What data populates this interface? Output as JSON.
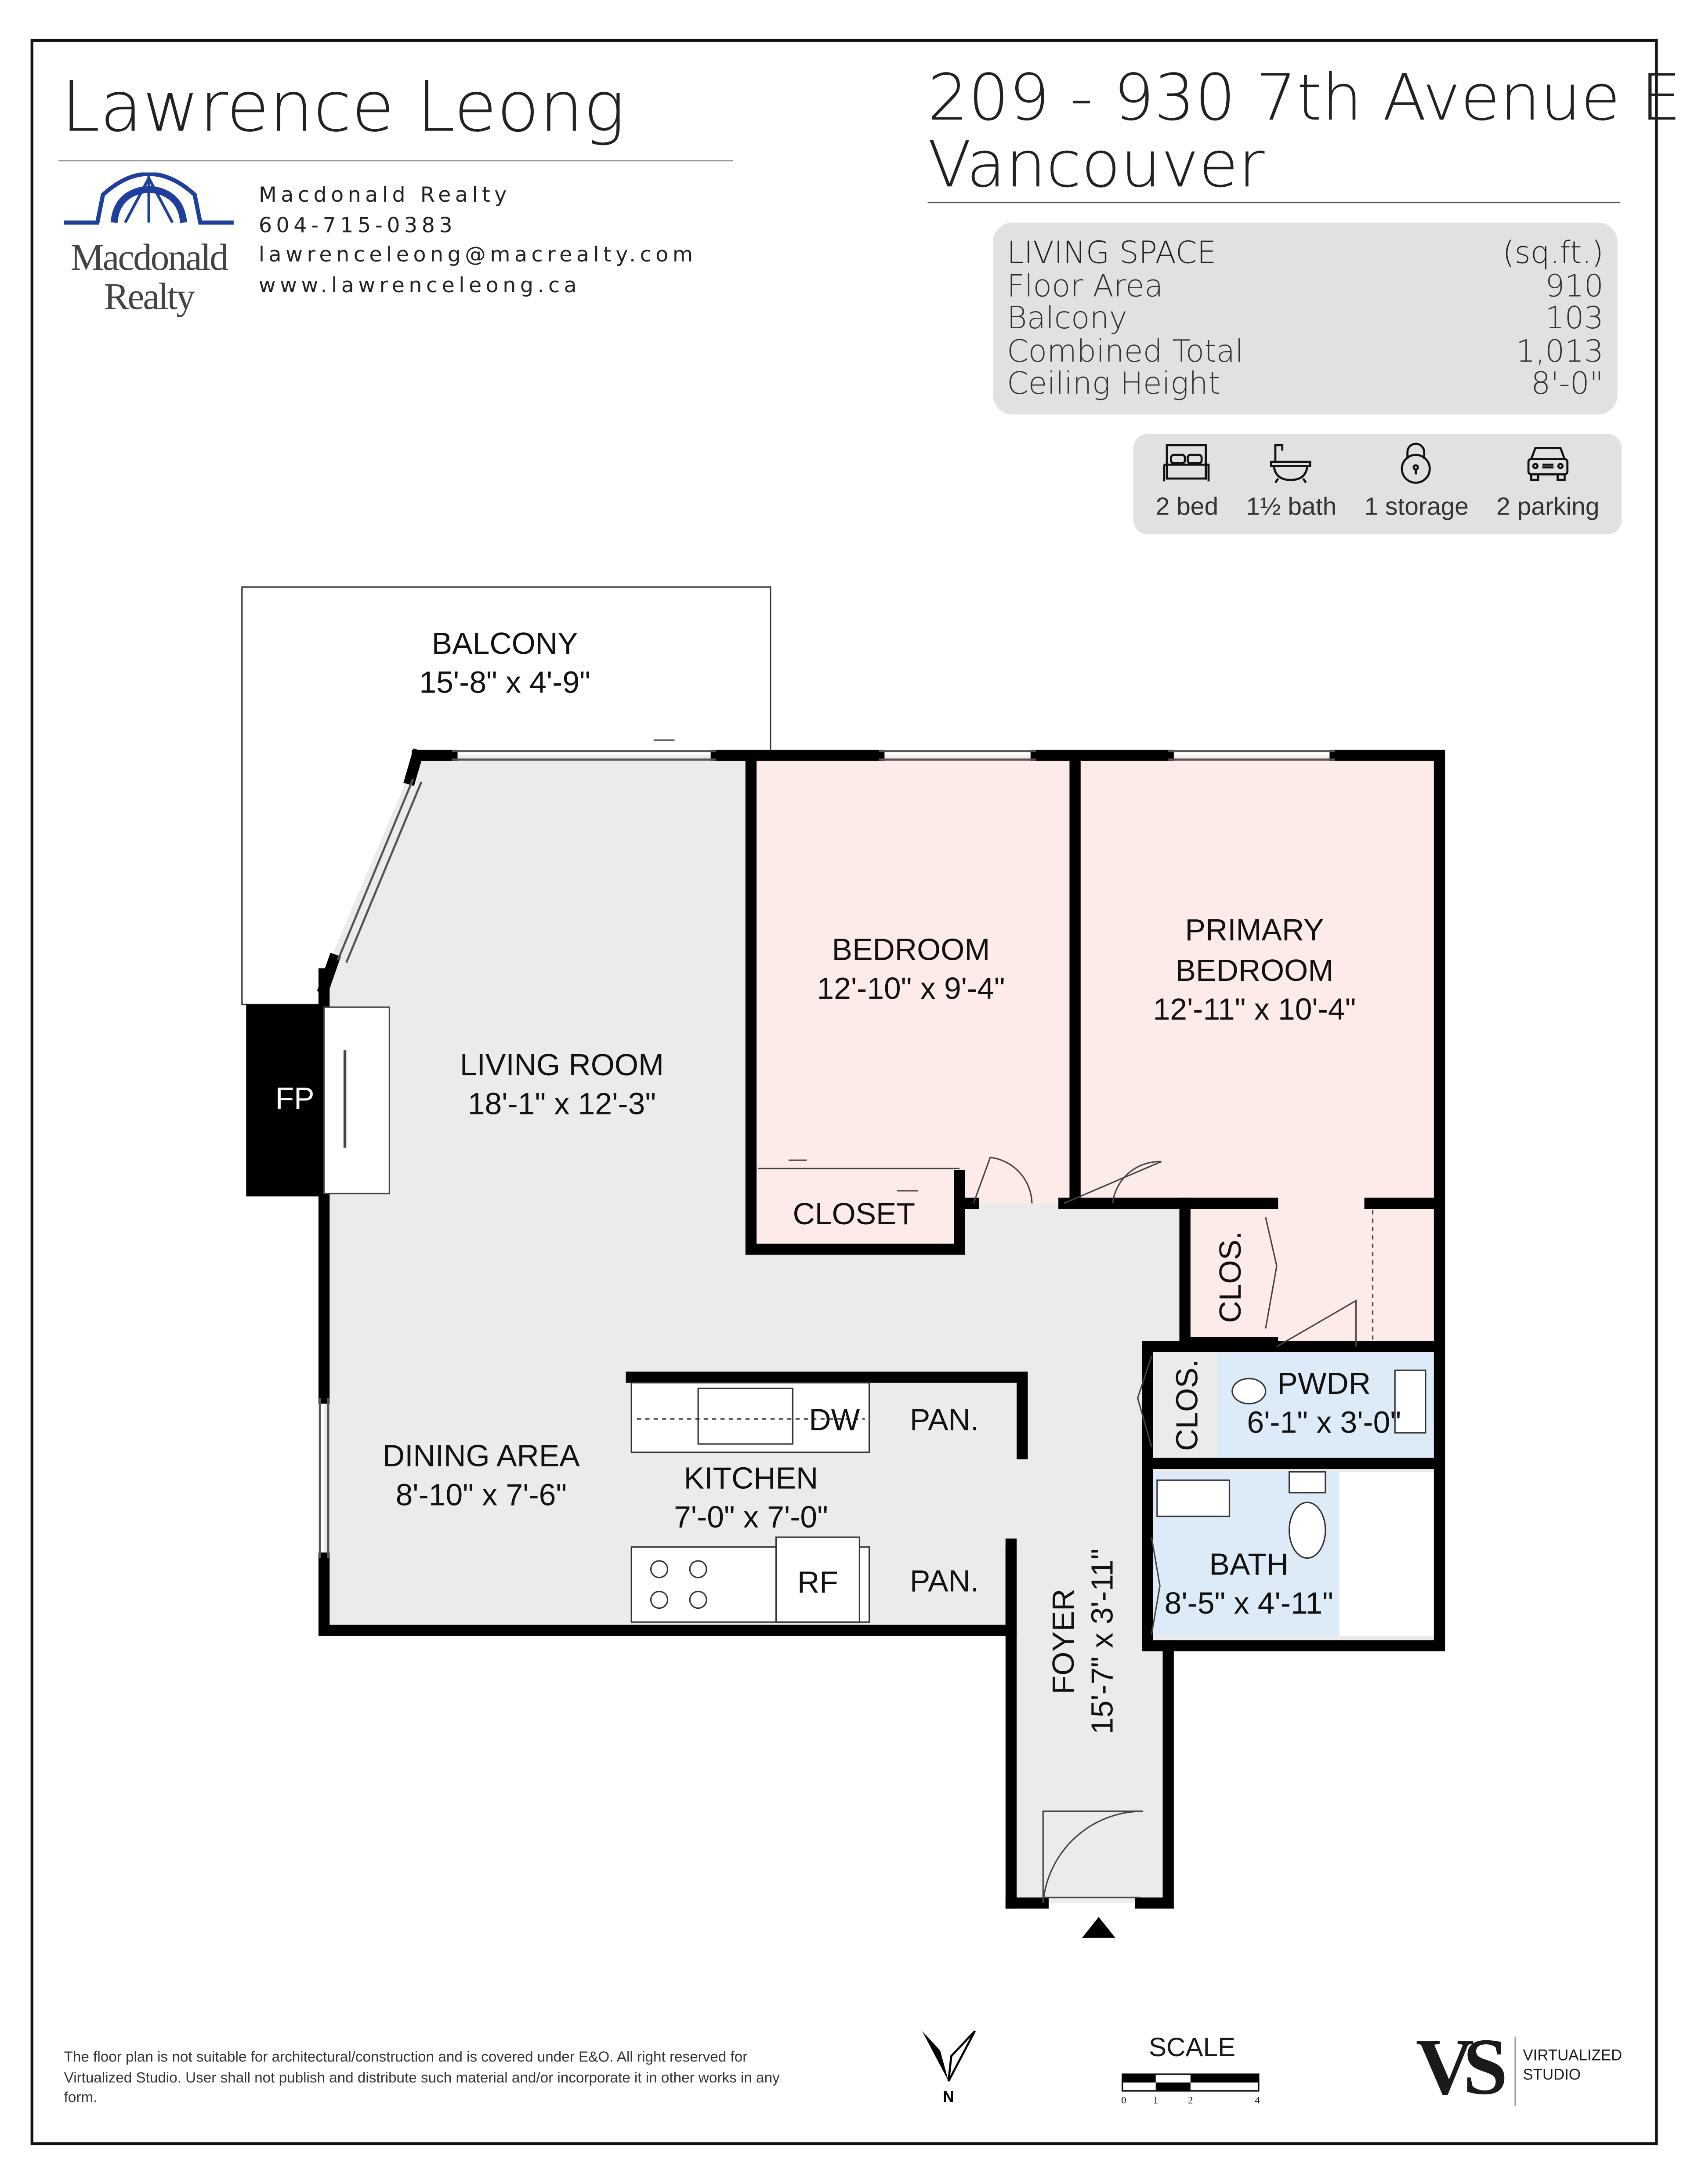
{
  "agent": {
    "name": "Lawrence Leong",
    "brokerage": "Macdonald Realty",
    "phone": "604-715-0383",
    "email": "lawrenceleong@macrealty.com",
    "website": "www.lawrenceleong.ca",
    "logo_text": [
      "Macdonald",
      "Realty"
    ],
    "logo_color": "#1f3f9c"
  },
  "property": {
    "address_line1": "209 - 930 7th Avenue E",
    "address_line2": "Vancouver"
  },
  "living_space": {
    "title": "LIVING SPACE",
    "unit": "(sq.ft.)",
    "rows": [
      {
        "label": "Floor Area",
        "value": "910"
      },
      {
        "label": "Balcony",
        "value": "103"
      },
      {
        "label": "Combined Total",
        "value": "1,013"
      },
      {
        "label": "Ceiling Height",
        "value": "8'-0\""
      }
    ]
  },
  "amenities": [
    {
      "icon": "bed-icon",
      "label": "2 bed"
    },
    {
      "icon": "bathtub-icon",
      "label": "1½ bath"
    },
    {
      "icon": "lock-icon",
      "label": "1 storage"
    },
    {
      "icon": "car-icon",
      "label": "2 parking"
    }
  ],
  "rooms": {
    "balcony": {
      "name": "BALCONY",
      "dims": "15'-8\" x 4'-9\""
    },
    "living": {
      "name": "LIVING ROOM",
      "dims": "18'-1\" x 12'-3\""
    },
    "bedroom": {
      "name": "BEDROOM",
      "dims": "12'-10\" x 9'-4\""
    },
    "primary": {
      "name1": "PRIMARY",
      "name2": "BEDROOM",
      "dims": "12'-11\" x 10'-4\""
    },
    "closet": {
      "name": "CLOSET"
    },
    "clos1": {
      "name": "CLOS."
    },
    "clos2": {
      "name": "CLOS."
    },
    "pwdr": {
      "name": "PWDR",
      "dims": "6'-1\" x 3'-0\""
    },
    "bath": {
      "name": "BATH",
      "dims": "8'-5\" x 4'-11\""
    },
    "dining": {
      "name": "DINING AREA",
      "dims": "8'-10\" x 7'-6\""
    },
    "kitchen": {
      "name": "KITCHEN",
      "dims": "7'-0\" x 7'-0\""
    },
    "pan1": {
      "name": "PAN."
    },
    "pan2": {
      "name": "PAN."
    },
    "foyer": {
      "name": "FOYER",
      "dims": "15'-7\" x 3'-11\""
    },
    "fp": {
      "name": "FP"
    },
    "dw": {
      "name": "DW"
    },
    "rf": {
      "name": "RF"
    }
  },
  "colors": {
    "floor": "#ebebeb",
    "bedrooms": "#fcebe9",
    "baths": "#dcebf7",
    "wall": "#000000"
  },
  "footer": {
    "disclaimer": "The floor plan is not suitable for architectural/construction and is covered under E&O. All right reserved for Virtualized Studio. User shall not publish and distribute such material and/or incorporate it in other works in any form.",
    "north": "N",
    "scale_title": "SCALE",
    "scale_ticks": [
      "0",
      "1",
      "2",
      "4"
    ],
    "studio_logo": "VS",
    "studio_name_line1": "VIRTUALIZED",
    "studio_name_line2": "STUDIO"
  }
}
